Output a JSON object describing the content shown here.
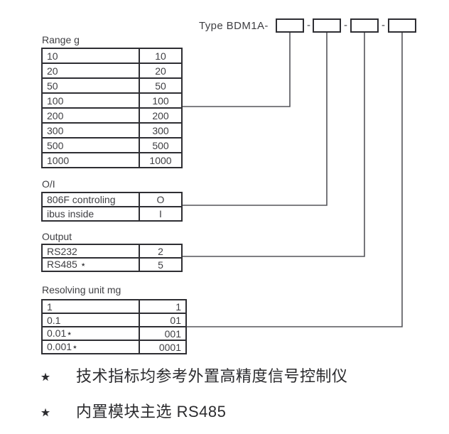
{
  "header": {
    "type_prefix": "Type BDM1A-",
    "dash": "-",
    "boxes": [
      "",
      "",
      "",
      ""
    ]
  },
  "tables": [
    {
      "id": "range",
      "title": "Range g",
      "value_align": "center",
      "rows": [
        [
          "10",
          "10"
        ],
        [
          "20",
          "20"
        ],
        [
          "50",
          "50"
        ],
        [
          "100",
          "100"
        ],
        [
          "200",
          "200"
        ],
        [
          "300",
          "300"
        ],
        [
          "500",
          "500"
        ],
        [
          "1000",
          "1000"
        ]
      ]
    },
    {
      "id": "oi",
      "title": "O/I",
      "value_align": "center",
      "rows": [
        [
          "806F controling",
          "O"
        ],
        [
          "ibus inside",
          "I"
        ]
      ]
    },
    {
      "id": "output",
      "title": "Output",
      "value_align": "center",
      "rows": [
        [
          "RS232",
          "2"
        ],
        [
          "RS485 ⋆",
          "5"
        ]
      ]
    },
    {
      "id": "resolving",
      "title": "Resolving unit mg",
      "value_align": "right",
      "rows": [
        [
          "1",
          "1"
        ],
        [
          "0.1",
          "01"
        ],
        [
          "0.01⋆",
          "001"
        ],
        [
          "0.001⋆",
          "0001"
        ]
      ]
    }
  ],
  "connectors": [
    {
      "from": "range",
      "to_box": 1
    },
    {
      "from": "oi",
      "to_box": 2
    },
    {
      "from": "output",
      "to_box": 3
    },
    {
      "from": "resolving",
      "to_box": 4
    }
  ],
  "footnotes": [
    {
      "marker": "⋆",
      "text": "技术指标均参考外置高精度信号控制仪"
    },
    {
      "marker": "⋆",
      "text": "内置模块主选 RS485"
    }
  ],
  "colors": {
    "background": "#ffffff",
    "table_border": "#2e2e33",
    "text": "#3e3e42",
    "connector_line": "#55555a",
    "footnote_text": "#2b2b2e"
  }
}
